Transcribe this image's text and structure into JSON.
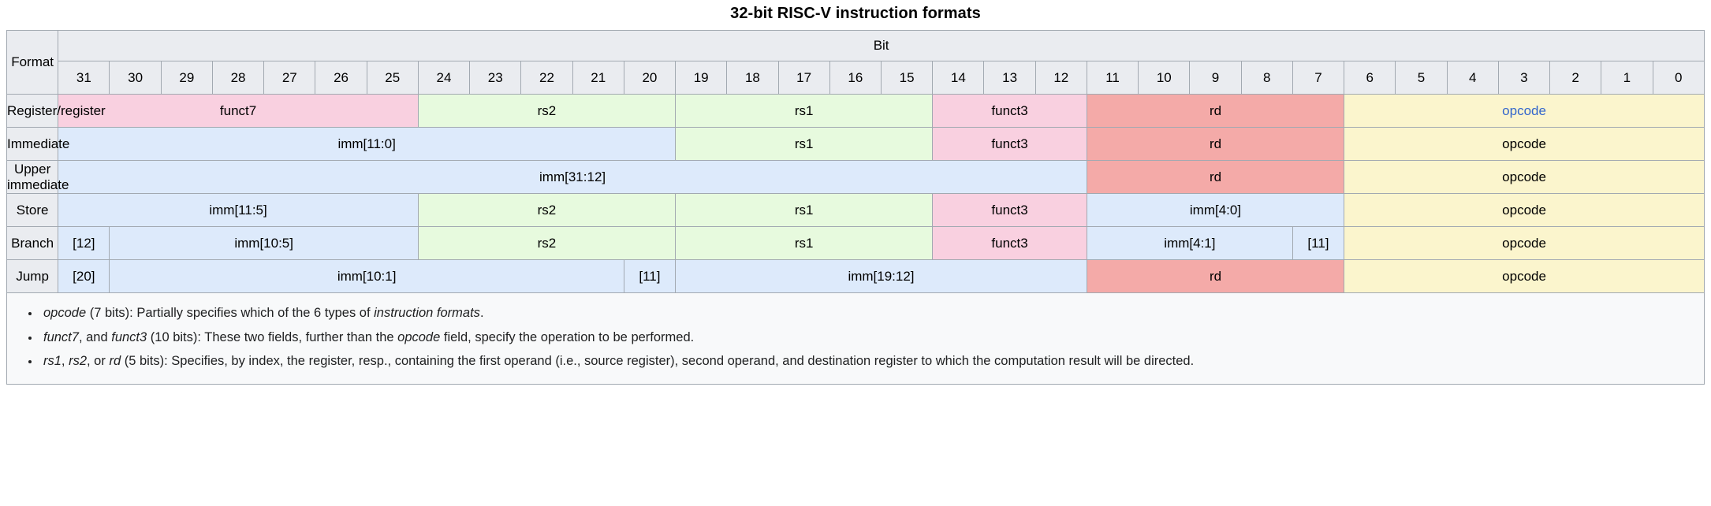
{
  "title": "32-bit RISC-V instruction formats",
  "table": {
    "format_header": "Format",
    "bit_header": "Bit",
    "bit_numbers": [
      "31",
      "30",
      "29",
      "28",
      "27",
      "26",
      "25",
      "24",
      "23",
      "22",
      "21",
      "20",
      "19",
      "18",
      "17",
      "16",
      "15",
      "14",
      "13",
      "12",
      "11",
      "10",
      "9",
      "8",
      "7",
      "6",
      "5",
      "4",
      "3",
      "2",
      "1",
      "0"
    ],
    "colors": {
      "funct": "#f9d0e0",
      "register": "#e7fade",
      "rd": "#f4aaa8",
      "opcode": "#fbf5cd",
      "immediate": "#ddeafb",
      "header_bg": "#eaecf0",
      "border": "#a2a9b1",
      "link": "#3366cc",
      "notes_bg": "#f8f9fa"
    },
    "rows": [
      {
        "label": "Register/register",
        "fields": [
          {
            "text": "funct7",
            "bits": 7,
            "kind": "funct",
            "link": false
          },
          {
            "text": "rs2",
            "bits": 5,
            "kind": "register",
            "link": false
          },
          {
            "text": "rs1",
            "bits": 5,
            "kind": "register",
            "link": false
          },
          {
            "text": "funct3",
            "bits": 3,
            "kind": "funct",
            "link": false
          },
          {
            "text": "rd",
            "bits": 5,
            "kind": "rd",
            "link": false
          },
          {
            "text": "opcode",
            "bits": 7,
            "kind": "opcode",
            "link": true
          }
        ]
      },
      {
        "label": "Immediate",
        "fields": [
          {
            "text": "imm[11:0]",
            "bits": 12,
            "kind": "immediate",
            "link": false
          },
          {
            "text": "rs1",
            "bits": 5,
            "kind": "register",
            "link": false
          },
          {
            "text": "funct3",
            "bits": 3,
            "kind": "funct",
            "link": false
          },
          {
            "text": "rd",
            "bits": 5,
            "kind": "rd",
            "link": false
          },
          {
            "text": "opcode",
            "bits": 7,
            "kind": "opcode",
            "link": false
          }
        ]
      },
      {
        "label": "Upper immediate",
        "fields": [
          {
            "text": "imm[31:12]",
            "bits": 20,
            "kind": "immediate",
            "link": false
          },
          {
            "text": "rd",
            "bits": 5,
            "kind": "rd",
            "link": false
          },
          {
            "text": "opcode",
            "bits": 7,
            "kind": "opcode",
            "link": false
          }
        ]
      },
      {
        "label": "Store",
        "fields": [
          {
            "text": "imm[11:5]",
            "bits": 7,
            "kind": "immediate",
            "link": false
          },
          {
            "text": "rs2",
            "bits": 5,
            "kind": "register",
            "link": false
          },
          {
            "text": "rs1",
            "bits": 5,
            "kind": "register",
            "link": false
          },
          {
            "text": "funct3",
            "bits": 3,
            "kind": "funct",
            "link": false
          },
          {
            "text": "imm[4:0]",
            "bits": 5,
            "kind": "immediate",
            "link": false
          },
          {
            "text": "opcode",
            "bits": 7,
            "kind": "opcode",
            "link": false
          }
        ]
      },
      {
        "label": "Branch",
        "fields": [
          {
            "text": "[12]",
            "bits": 1,
            "kind": "immediate",
            "link": false
          },
          {
            "text": "imm[10:5]",
            "bits": 6,
            "kind": "immediate",
            "link": false
          },
          {
            "text": "rs2",
            "bits": 5,
            "kind": "register",
            "link": false
          },
          {
            "text": "rs1",
            "bits": 5,
            "kind": "register",
            "link": false
          },
          {
            "text": "funct3",
            "bits": 3,
            "kind": "funct",
            "link": false
          },
          {
            "text": "imm[4:1]",
            "bits": 4,
            "kind": "immediate",
            "link": false
          },
          {
            "text": "[11]",
            "bits": 1,
            "kind": "immediate",
            "link": false
          },
          {
            "text": "opcode",
            "bits": 7,
            "kind": "opcode",
            "link": false
          }
        ]
      },
      {
        "label": "Jump",
        "fields": [
          {
            "text": "[20]",
            "bits": 1,
            "kind": "immediate",
            "link": false
          },
          {
            "text": "imm[10:1]",
            "bits": 10,
            "kind": "immediate",
            "link": false
          },
          {
            "text": "[11]",
            "bits": 1,
            "kind": "immediate",
            "link": false
          },
          {
            "text": "imm[19:12]",
            "bits": 8,
            "kind": "immediate",
            "link": false
          },
          {
            "text": "rd",
            "bits": 5,
            "kind": "rd",
            "link": false
          },
          {
            "text": "opcode",
            "bits": 7,
            "kind": "opcode",
            "link": false
          }
        ]
      }
    ]
  },
  "notes": [
    [
      {
        "t": "opcode",
        "i": true
      },
      {
        "t": " (7 bits): Partially specifies which of the 6 types of ",
        "i": false
      },
      {
        "t": "instruction formats",
        "i": true
      },
      {
        "t": ".",
        "i": false
      }
    ],
    [
      {
        "t": "funct7",
        "i": true
      },
      {
        "t": ", and ",
        "i": false
      },
      {
        "t": "funct3",
        "i": true
      },
      {
        "t": " (10 bits): These two fields, further than the ",
        "i": false
      },
      {
        "t": "opcode",
        "i": true
      },
      {
        "t": " field, specify the operation to be performed.",
        "i": false
      }
    ],
    [
      {
        "t": "rs1",
        "i": true
      },
      {
        "t": ", ",
        "i": false
      },
      {
        "t": "rs2",
        "i": true
      },
      {
        "t": ", or ",
        "i": false
      },
      {
        "t": "rd",
        "i": true
      },
      {
        "t": " (5 bits): Specifies, by index, the register, resp., containing the first operand (i.e., source register), second operand, and destination register to which the computation result will be directed.",
        "i": false
      }
    ]
  ]
}
